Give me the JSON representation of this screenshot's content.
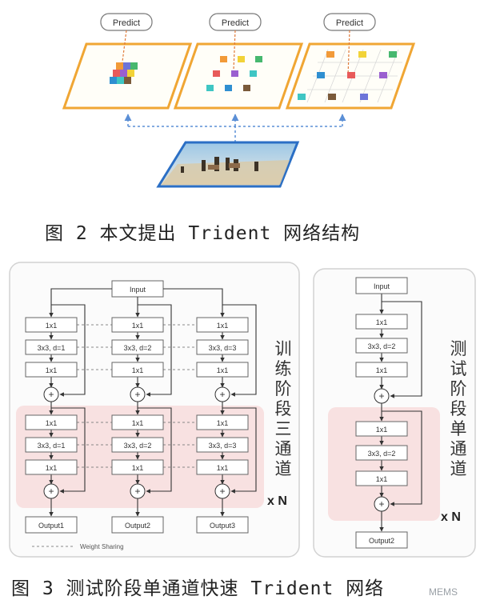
{
  "figure2": {
    "predict_labels": [
      "Predict",
      "Predict",
      "Predict"
    ],
    "caption": "图 2 本文提出 Trident 网络结构"
  },
  "figure3": {
    "train": {
      "input_label": "Input",
      "branches": [
        {
          "b1": "1x1",
          "b2": "3x3, d=1",
          "b3": "1x1",
          "r1": "1x1",
          "r2": "3x3, d=1",
          "r3": "1x1",
          "out": "Output1"
        },
        {
          "b1": "1x1",
          "b2": "3x3, d=2",
          "b3": "1x1",
          "r1": "1x1",
          "r2": "3x3, d=2",
          "r3": "1x1",
          "out": "Output2"
        },
        {
          "b1": "1x1",
          "b2": "3x3, d=3",
          "b3": "1x1",
          "r1": "1x1",
          "r2": "3x3, d=3",
          "r3": "1x1",
          "out": "Output3"
        }
      ],
      "plus": "+",
      "weight_sharing": "Weight Sharing",
      "side_label": "训练阶段三通道",
      "repeat": "x N"
    },
    "test": {
      "input_label": "Input",
      "b1": "1x1",
      "b2": "3x3, d=2",
      "b3": "1x1",
      "r1": "1x1",
      "r2": "3x3, d=2",
      "r3": "1x1",
      "out": "Output2",
      "plus": "+",
      "side_label": "测试阶段单通道",
      "repeat": "x N"
    },
    "caption": "图 3 测试阶段单通道快速 Trident 网络"
  },
  "watermark": "MEMS",
  "colors": {
    "panel_border": "#f0a634",
    "panel_fill": "#fffef8",
    "arrow_blue": "#5b8fd6",
    "pink_region": "#f7dede",
    "cell_colors": [
      "#e85a5a",
      "#f29a38",
      "#f2d338",
      "#47b86f",
      "#2f8fd1",
      "#9a5fd0",
      "#3fc6c4",
      "#7a5a3a",
      "#6d74d9"
    ]
  }
}
